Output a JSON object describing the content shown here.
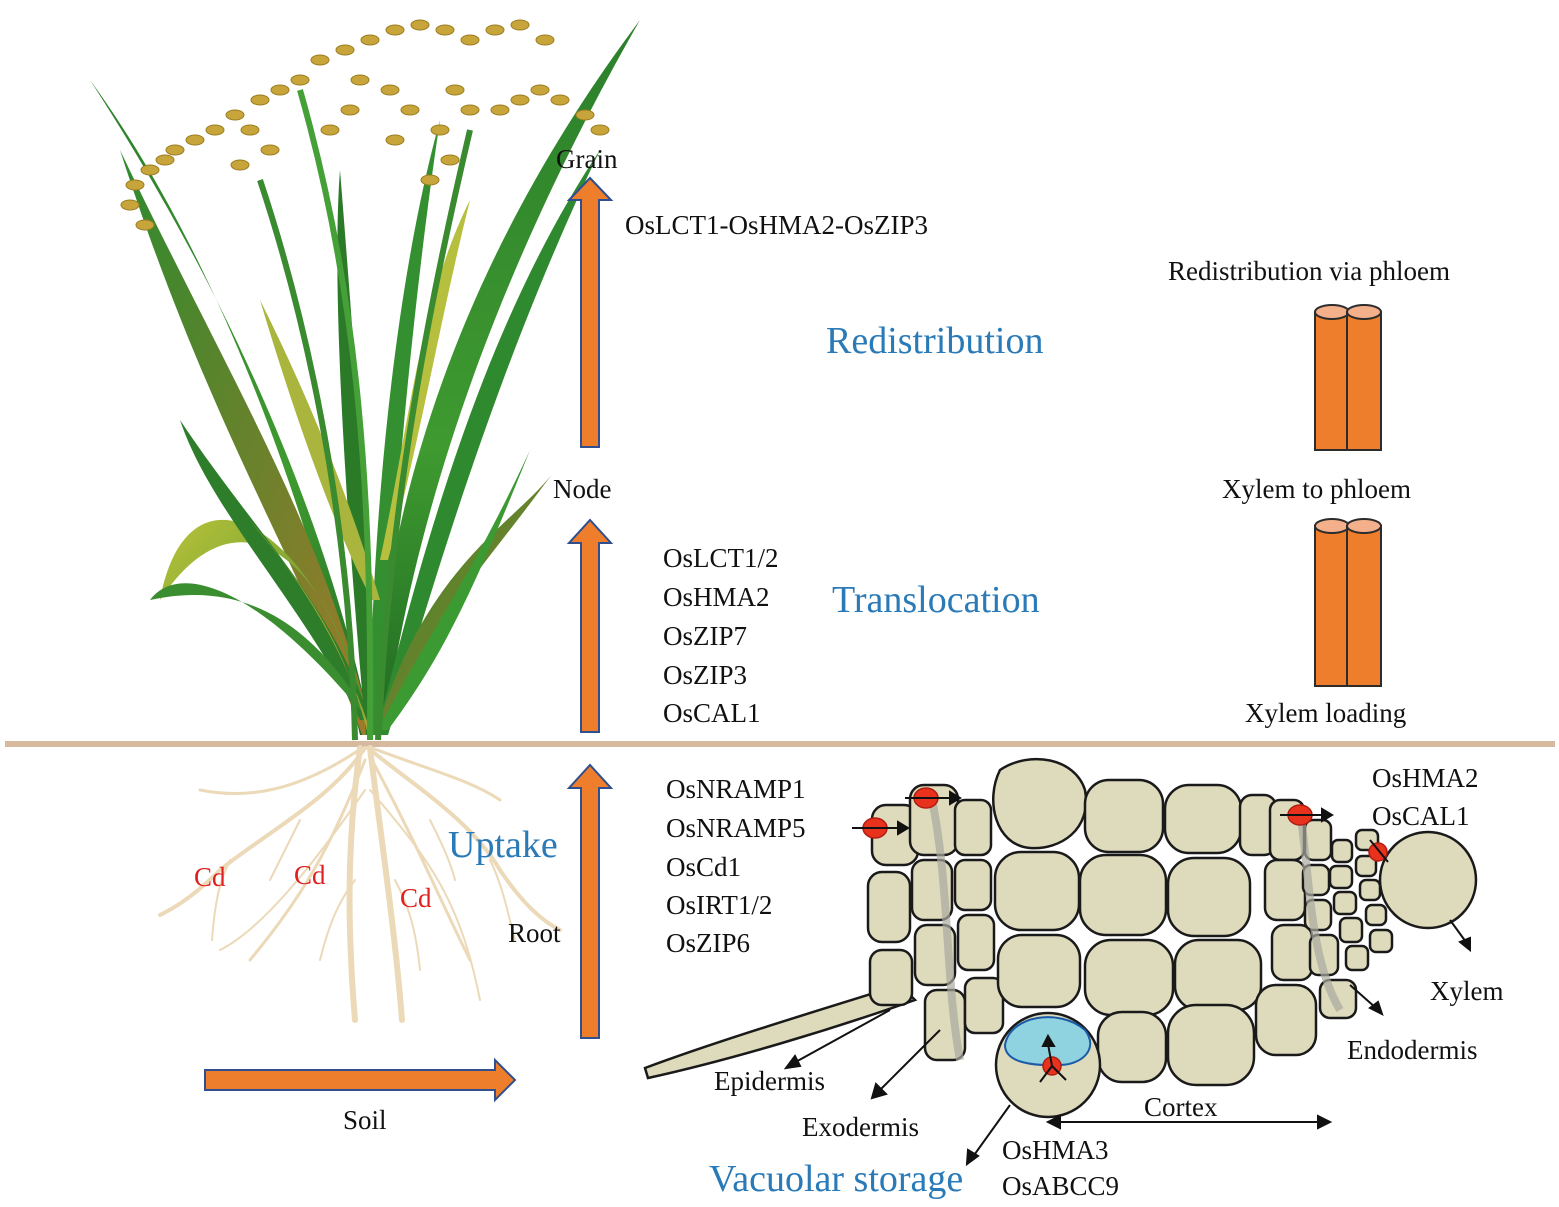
{
  "colors": {
    "arrow_fill": "#ee7e2b",
    "arrow_stroke": "#2f4f8f",
    "stage_text": "#2a7ab8",
    "cd_text": "#e02020",
    "ground_line": "#d7b9a0",
    "cell_fill": "#dedbbd",
    "vacuole_fill": "#8fd3e0",
    "transporter": "#e8321e",
    "leaf_green": "#2f8a2f",
    "grain": "#c8a83a",
    "root": "#ecd9b8"
  },
  "labels": {
    "grain": "Grain",
    "node": "Node",
    "root": "Root",
    "soil": "Soil",
    "redistribution_via_phloem": "Redistribution via phloem",
    "xylem_to_phloem": "Xylem to phloem",
    "xylem_loading": "Xylem loading",
    "epidermis": "Epidermis",
    "exodermis": "Exodermis",
    "cortex": "Cortex",
    "endodermis": "Endodermis",
    "xylem": "Xylem"
  },
  "stages": {
    "redistribution": "Redistribution",
    "translocation": "Translocation",
    "uptake": "Uptake",
    "vacuolar_storage": "Vacuolar storage"
  },
  "genes": {
    "redistribution": [
      "OsLCT1-OsHMA2-OsZIP3"
    ],
    "translocation": [
      "OsLCT1/2",
      "OsHMA2",
      "OsZIP7",
      "OsZIP3",
      "OsCAL1"
    ],
    "uptake": [
      "OsNRAMP1",
      "OsNRAMP5",
      "OsCd1",
      "OsIRT1/2",
      "OsZIP6"
    ],
    "xylem_loading": [
      "OsHMA2",
      "OsCAL1"
    ],
    "vacuolar": [
      "OsHMA3",
      "OsABCC9"
    ]
  },
  "cd_labels": [
    "Cd",
    "Cd",
    "Cd"
  ],
  "icons": [
    "rice-plant-icon",
    "root-system-icon",
    "phloem-tube-icon",
    "root-cross-section-icon",
    "transporter-icon"
  ]
}
